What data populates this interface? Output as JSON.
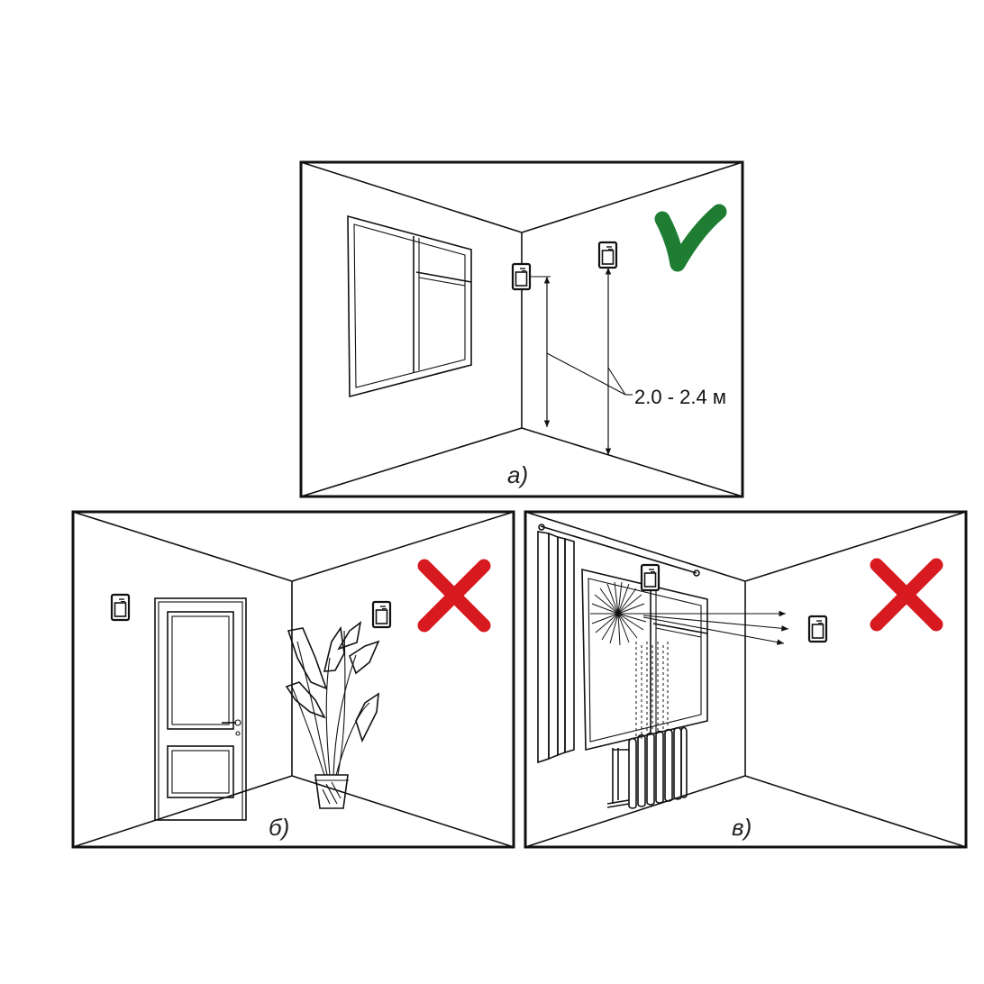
{
  "panels": [
    {
      "id": "a",
      "label": "а)",
      "verdict": "correct"
    },
    {
      "id": "b",
      "label": "б)",
      "verdict": "incorrect"
    },
    {
      "id": "c",
      "label": "в)",
      "verdict": "incorrect"
    }
  ],
  "dimension_text": "2.0 - 2.4 м",
  "colors": {
    "correct": "#1e7d32",
    "incorrect": "#d71920",
    "line": "#111111"
  }
}
